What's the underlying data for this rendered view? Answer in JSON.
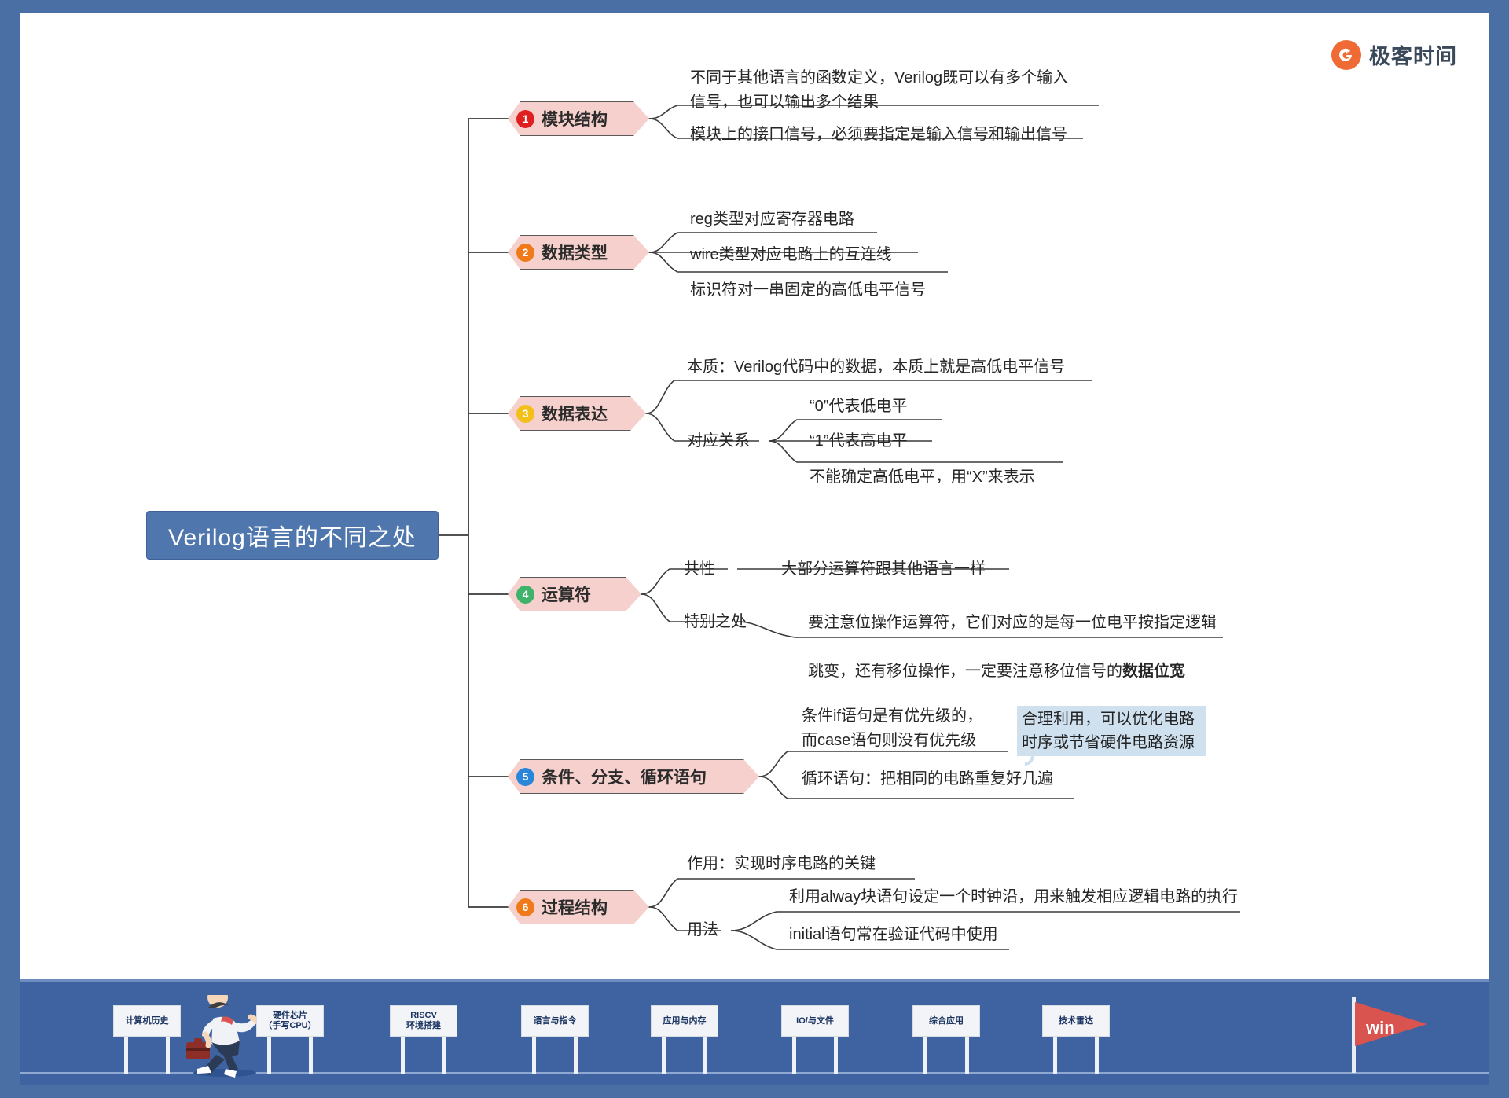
{
  "brand": {
    "name": "极客时间",
    "logo_icon": "geek-time-logo-icon"
  },
  "root": {
    "title": "Verilog语言的不同之处"
  },
  "branches": [
    {
      "num": "1",
      "num_color": "#e02020",
      "label": "模块结构",
      "leaves": [
        {
          "text": "不同于其他语言的函数定义，Verilog既可以有多个输入\n信号，也可以输出多个结果"
        },
        {
          "text": "模块上的接口信号，必须要指定是输入信号和输出信号"
        }
      ]
    },
    {
      "num": "2",
      "num_color": "#f07a1a",
      "label": "数据类型",
      "leaves": [
        {
          "text": "reg类型对应寄存器电路"
        },
        {
          "text": "wire类型对应电路上的互连线"
        },
        {
          "text": "标识符对一串固定的高低电平信号"
        }
      ]
    },
    {
      "num": "3",
      "num_color": "#f2c018",
      "label": "数据表达",
      "leaves": [
        {
          "text": "本质：Verilog代码中的数据，本质上就是高低电平信号"
        }
      ],
      "mid": [
        {
          "label": "对应关系",
          "leaves": [
            {
              "text": "“0”代表低电平"
            },
            {
              "text": "“1”代表高电平"
            },
            {
              "text": "不能确定高低电平，用“X”来表示"
            }
          ]
        }
      ]
    },
    {
      "num": "4",
      "num_color": "#3fb36a",
      "label": "运算符",
      "mid": [
        {
          "label": "共性",
          "leaves": [
            {
              "text": "大部分运算符跟其他语言一样"
            }
          ]
        },
        {
          "label": "特别之处",
          "leaves": [
            {
              "text": "要注意位操作运算符，它们对应的是每一位电平按指定逻辑",
              "text2": "跳变，还有移位操作，一定要注意移位信号的",
              "bold": "数据位宽"
            }
          ]
        }
      ]
    },
    {
      "num": "5",
      "num_color": "#2a86d8",
      "label": "条件、分支、循环语句",
      "leaves": [
        {
          "text": "条件if语句是有优先级的，\n而case语句则没有优先级"
        },
        {
          "text": "循环语句：把相同的电路重复好几遍"
        }
      ],
      "highlight": "合理利用，可以优化电路\n时序或节省硬件电路资源"
    },
    {
      "num": "6",
      "num_color": "#f07a1a",
      "label": "过程结构",
      "leaves": [
        {
          "text": "作用：实现时序电路的关键"
        }
      ],
      "mid": [
        {
          "label": "用法",
          "leaves": [
            {
              "text": "利用alway块语句设定一个时钟沿，用来触发相应逻辑电路的执行"
            },
            {
              "text": "initial语句常在验证代码中使用"
            }
          ]
        }
      ]
    }
  ],
  "footer": {
    "milestones": [
      {
        "line1": "计算机历史",
        "line2": ""
      },
      {
        "line1": "硬件芯片",
        "line2": "（手写CPU）"
      },
      {
        "line1": "RISCV",
        "line2": "环境搭建"
      },
      {
        "line1": "语言与指令",
        "line2": ""
      },
      {
        "line1": "应用与内存",
        "line2": ""
      },
      {
        "line1": "IO/与文件",
        "line2": ""
      },
      {
        "line1": "综合应用",
        "line2": ""
      },
      {
        "line1": "技术雷达",
        "line2": ""
      }
    ],
    "finish_label": "win",
    "runner_icon": "running-person-icon",
    "flag_icon": "finish-flag-icon"
  },
  "colors": {
    "page_bg": "#4a6fa5",
    "canvas": "#ffffff",
    "root_node": "#4f76ad",
    "branch_pill": "#f6d0cc",
    "highlight": "#cfe0ef",
    "footer_bg": "#3f63a0"
  }
}
